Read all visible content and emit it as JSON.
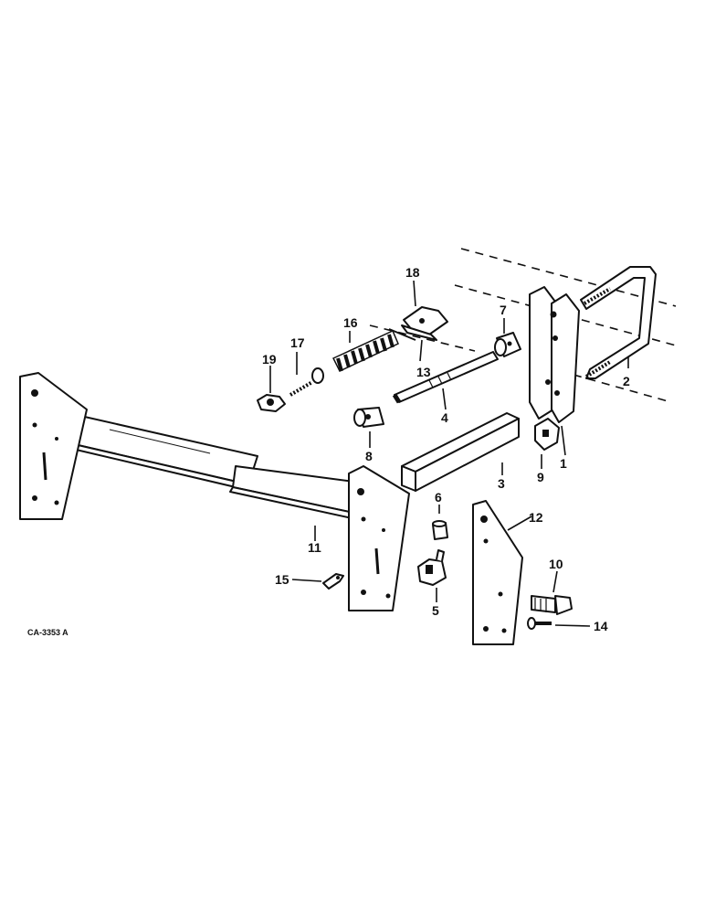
{
  "figure_code": "CA-3353 A",
  "callouts": {
    "c1": "1",
    "c2": "2",
    "c3": "3",
    "c4": "4",
    "c5": "5",
    "c6": "6",
    "c7": "7",
    "c8": "8",
    "c9": "9",
    "c10": "10",
    "c11": "11",
    "c12": "12",
    "c13": "13",
    "c14": "14",
    "c15": "15",
    "c16": "16",
    "c17": "17",
    "c18": "18",
    "c19": "19"
  }
}
